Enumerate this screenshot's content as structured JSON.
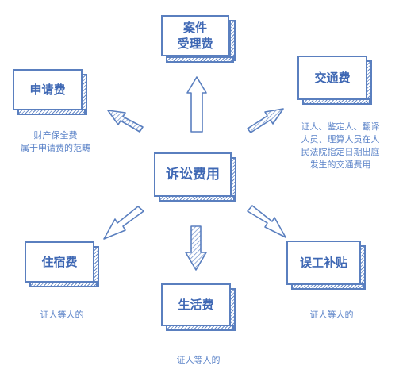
{
  "center": {
    "label": "诉讼费用"
  },
  "nodes": {
    "case_fee": {
      "line1": "案件",
      "line2": "受理费"
    },
    "application_fee": {
      "label": "申请费",
      "note_line1": "财产保全费",
      "note_line2": "属于申请费的范畴"
    },
    "transport_fee": {
      "label": "交通费",
      "note_line1": "证人、鉴定人、翻译",
      "note_line2": "人员、理算人员在人",
      "note_line3": "民法院指定日期出庭",
      "note_line4": "发生的交通费用"
    },
    "lodging_fee": {
      "label": "住宿费",
      "note": "证人等人的"
    },
    "living_fee": {
      "label": "生活费",
      "note": "证人等人的"
    },
    "lost_work_subsidy": {
      "label": "误工补贴",
      "note": "证人等人的"
    }
  }
}
